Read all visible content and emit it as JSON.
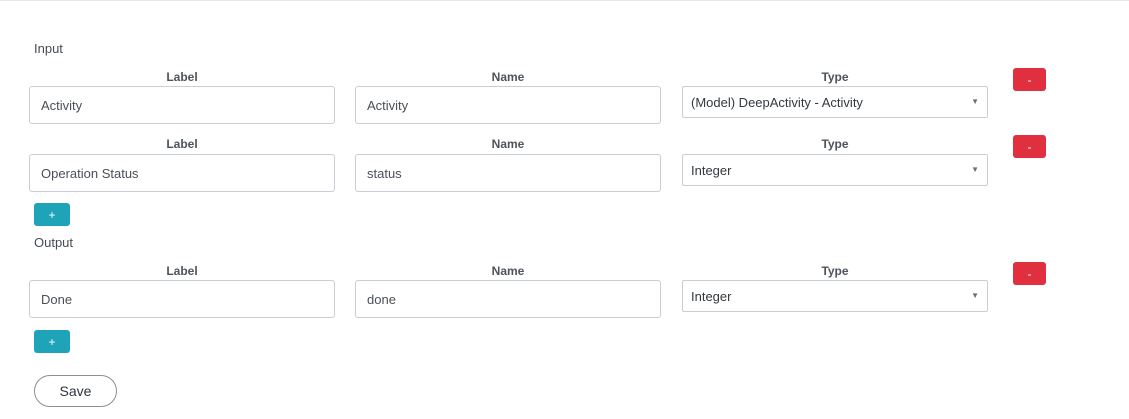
{
  "input_section": {
    "title": "Input",
    "rows": [
      {
        "label_header": "Label",
        "name_header": "Name",
        "type_header": "Type",
        "label_value": "Activity",
        "name_value": "Activity",
        "type_value": "(Model) DeepActivity - Activity",
        "remove_label": "-"
      },
      {
        "label_header": "Label",
        "name_header": "Name",
        "type_header": "Type",
        "label_value": "Operation Status",
        "name_value": "status",
        "type_value": "Integer",
        "remove_label": "-"
      }
    ],
    "add_label": "+"
  },
  "output_section": {
    "title": "Output",
    "rows": [
      {
        "label_header": "Label",
        "name_header": "Name",
        "type_header": "Type",
        "label_value": "Done",
        "name_value": "done",
        "type_value": "Integer",
        "remove_label": "-"
      }
    ],
    "add_label": "+"
  },
  "select_caret_icon": "triangle-down",
  "colors": {
    "remove_button": "#e0303f",
    "add_button": "#1ea3b8"
  },
  "save_label": "Save"
}
